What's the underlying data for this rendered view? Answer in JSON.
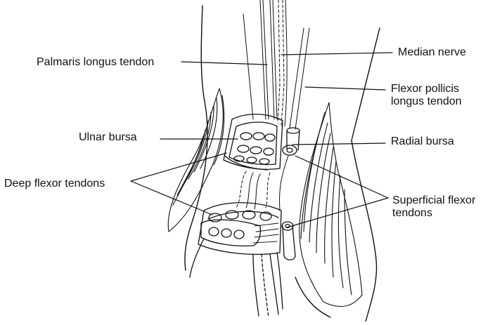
{
  "diagram": {
    "labels": {
      "palmaris": "Palmaris longus tendon",
      "median": "Median nerve",
      "fpl_line1": "Flexor pollicis",
      "fpl_line2": "longus tendon",
      "ulnar": "Ulnar bursa",
      "radial": "Radial bursa",
      "deep": "Deep flexor tendons",
      "superficial_line1": "Superficial flexor",
      "superficial_line2": "tendons"
    },
    "colors": {
      "ink": "#111111",
      "background": "#ffffff"
    }
  }
}
